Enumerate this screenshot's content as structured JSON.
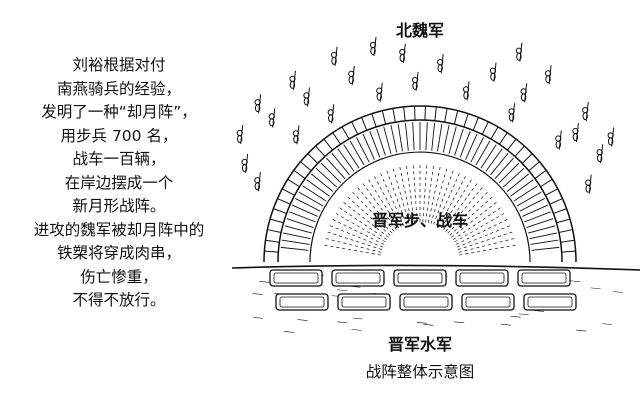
{
  "description_lines": [
    "刘裕根据对付",
    "南燕骑兵的经验，",
    "发明了一种“却月阵”，",
    "用步兵 700 名，",
    "战车一百辆，",
    "在岸边摆成一个",
    "新月形战阵。",
    "进攻的魏军被却月阵中的",
    "铁槊将穿成肉串，",
    "伤亡惨重，",
    "不得不放行。"
  ],
  "diagram": {
    "north_label": "北魏军",
    "camp_label": "晋军步、战车",
    "navy_label": "晋军水军",
    "caption": "战阵整体示意图",
    "boat_rows": [
      5,
      5
    ]
  },
  "colors": {
    "ink": "#111111",
    "paper": "#ffffff"
  }
}
